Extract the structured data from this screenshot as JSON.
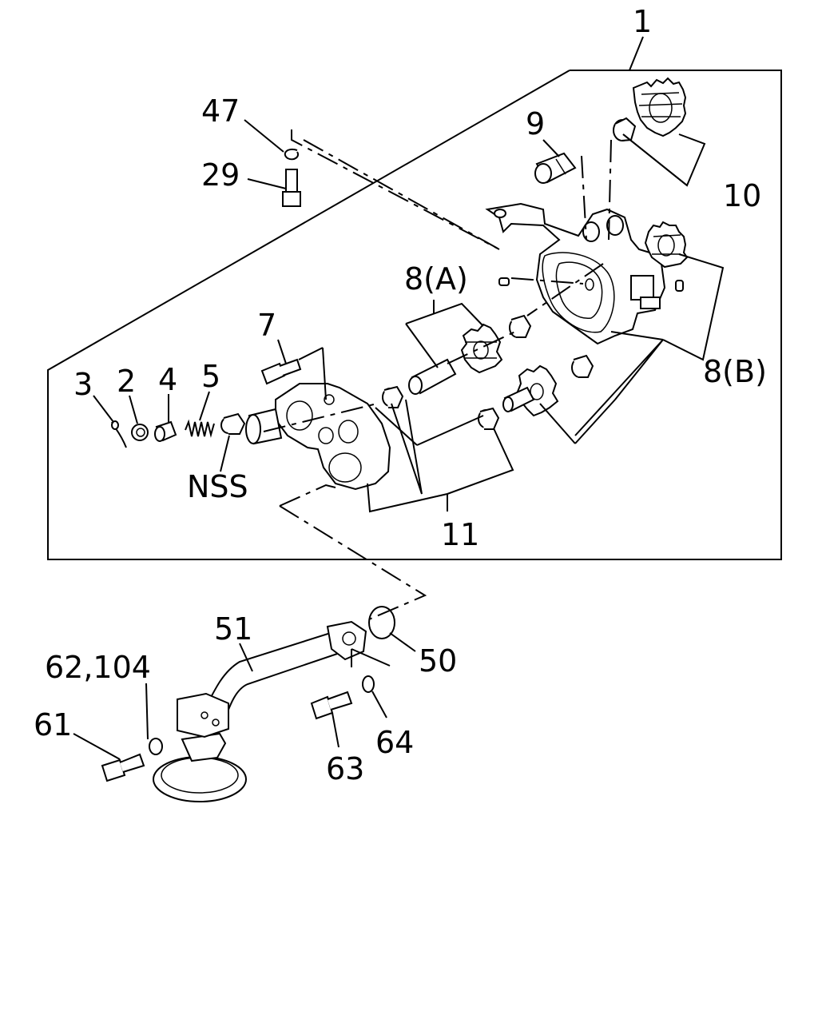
{
  "diagram": {
    "labels": {
      "l1": "1",
      "l47": "47",
      "l29": "29",
      "l9": "9",
      "l10": "10",
      "l8a": "8(A)",
      "l8b": "8(B)",
      "l7": "7",
      "l3": "3",
      "l2": "2",
      "l4": "4",
      "l5": "5",
      "nss": "NSS",
      "l11": "11",
      "l51": "51",
      "l50": "50",
      "l62": "62,104",
      "l61": "61",
      "l63": "63",
      "l64": "64"
    }
  }
}
